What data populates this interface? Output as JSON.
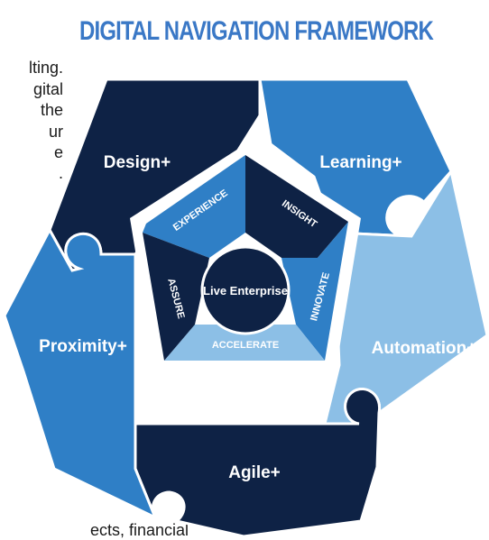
{
  "title": "DIGITAL NAVIGATION FRAMEWORK",
  "left_text_fragments": [
    "lting.",
    "gital",
    "the",
    "ur",
    "e",
    "."
  ],
  "bottom_text_fragment": "ects, financial",
  "outer_pieces": [
    "Design+",
    "Learning+",
    "Automation+",
    "Agile+",
    "Proximity+"
  ],
  "inner_segments": [
    "EXPERIENCE",
    "INSIGHT",
    "INNOVATE",
    "ACCELERATE",
    "ASSURE"
  ],
  "center": "Live Enterprise",
  "colors": {
    "title": "#3a78c6",
    "navy": "#0e2245",
    "mid_blue": "#2f7fc6",
    "light_blue": "#8cbfe6",
    "border": "#ffffff"
  }
}
